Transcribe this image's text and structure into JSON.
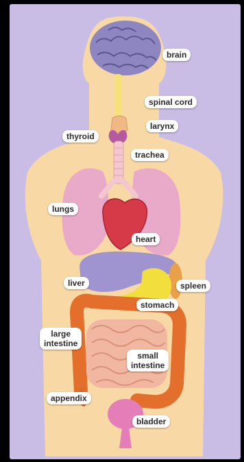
{
  "colors": {
    "background": "#c9bde6",
    "skin": "#f8d9a6",
    "brain": "#8d86c1",
    "spinal_cord": "#f5e07a",
    "larynx": "#f0b886",
    "thyroid": "#b55aa0",
    "trachea": "#f3c7cd",
    "lungs": "#e9a9c9",
    "heart": "#d63a48",
    "liver": "#9f94cf",
    "spleen": "#e8a04a",
    "stomach": "#f2df3e",
    "large_intestine": "#e46f2c",
    "small_intestine": "#f1b7a0",
    "appendix": "#d86a2c",
    "bladder": "#e57db9"
  },
  "labels": {
    "brain": "brain",
    "spinal_cord": "spinal cord",
    "larynx": "larynx",
    "thyroid": "thyroid",
    "trachea": "trachea",
    "lungs": "lungs",
    "heart": "heart",
    "liver": "liver",
    "spleen": "spleen",
    "stomach": "stomach",
    "large_intestine": [
      "large",
      "intestine"
    ],
    "small_intestine": [
      "small",
      "intestine"
    ],
    "appendix": "appendix",
    "bladder": "bladder"
  }
}
